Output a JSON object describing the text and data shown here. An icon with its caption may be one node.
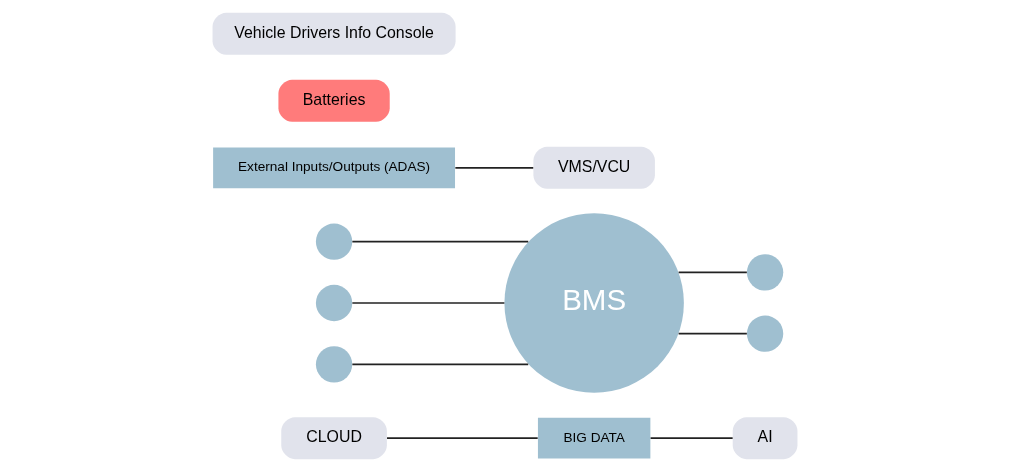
{
  "diagram": {
    "nodes": [
      {
        "text": [
          "BIG DATA"
        ]
      },
      {
        "text": [
          "CLOUD"
        ]
      },
      {
        "text": [],
        "shape": "circle"
      },
      {
        "text": [],
        "shape": "circle"
      },
      {
        "text": [
          "AI"
        ]
      },
      {
        "text": [
          "External Inputs/Outputs (ADAS)"
        ]
      },
      {
        "text": [
          "VMS/VCU"
        ]
      },
      {
        "text": [],
        "shape": "circle"
      },
      {
        "text": [
          "BMS"
        ]
      },
      {
        "text": [],
        "shape": "circle"
      },
      {
        "text": [
          "Batteries"
        ]
      },
      {
        "text": [
          "Vehicle Drivers Info Console"
        ]
      },
      {
        "text": [],
        "shape": "circle"
      }
    ],
    "edges": [
      {
        "from": 1,
        "to": 0,
        "arrow": "none"
      },
      {
        "from": 0,
        "to": 4,
        "arrow": "none"
      },
      {
        "from": 2,
        "to": 8,
        "arrow": "none"
      },
      {
        "from": 8,
        "to": 3,
        "arrow": "none"
      },
      {
        "from": 5,
        "to": 6,
        "arrow": "none"
      },
      {
        "from": 7,
        "to": 8,
        "arrow": "none"
      },
      {
        "from": 8,
        "to": 9,
        "arrow": "none"
      },
      {
        "from": 12,
        "to": 8,
        "arrow": "none"
      }
    ]
  }
}
